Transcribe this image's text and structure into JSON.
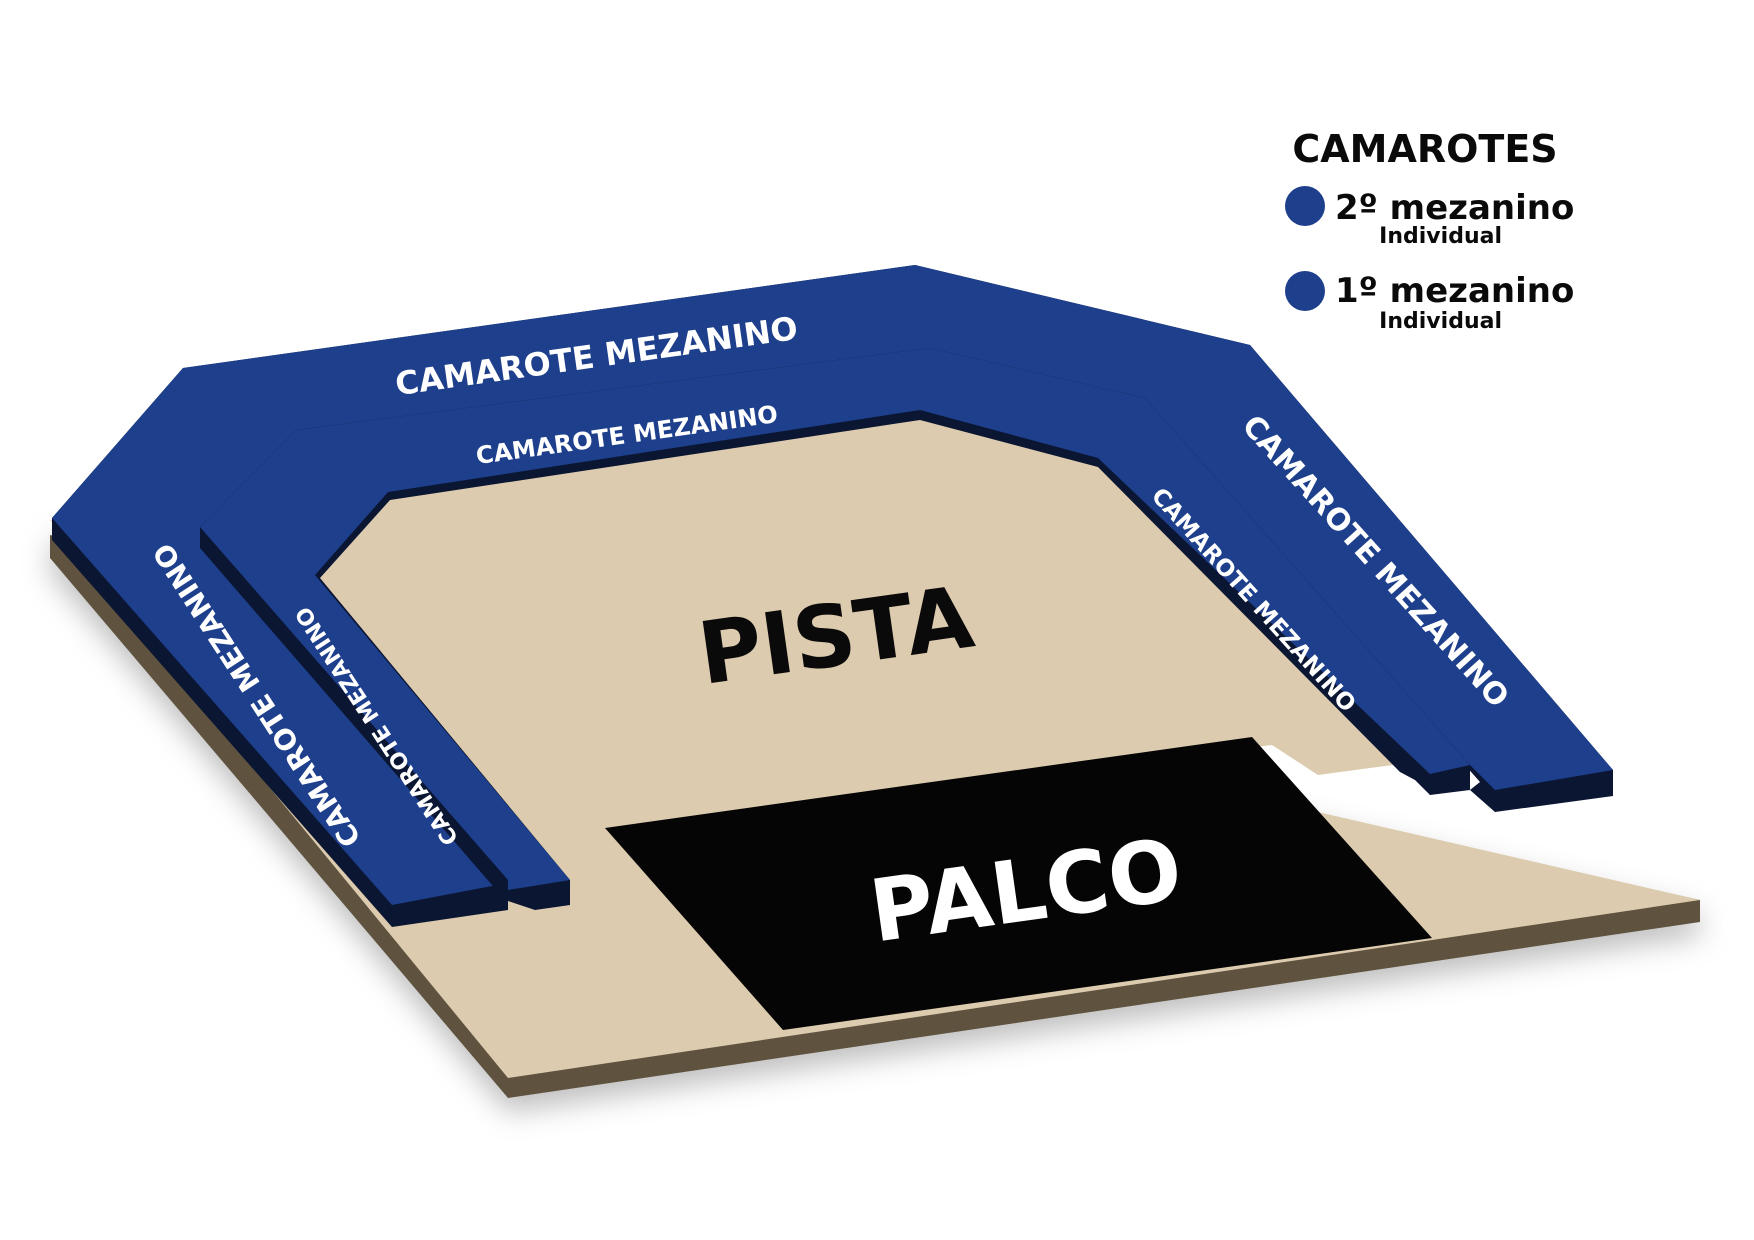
{
  "colors": {
    "floor": "#DCCBAE",
    "floor_edge": "#5E5340",
    "camarote": "#1E3F8C",
    "camarote_edge": "#0B1633",
    "stage": "#050505",
    "text_dark": "#0A0A0A",
    "text_light": "#FFFFFF"
  },
  "legend": {
    "title": "CAMAROTES",
    "items": [
      {
        "label": "2º mezanino",
        "sub": "Individual",
        "color": "#1E3F8C"
      },
      {
        "label": "1º mezanino",
        "sub": "Individual",
        "color": "#1E3F8C"
      }
    ]
  },
  "map": {
    "pista_label": "PISTA",
    "palco_label": "PALCO",
    "sections": {
      "outer_top": "CAMAROTE MEZANINO",
      "inner_top": "CAMAROTE MEZANINO",
      "outer_right": "CAMAROTE MEZANINO",
      "inner_right": "CAMAROTE MEZANINO",
      "outer_left": "CAMAROTE MEZANINO",
      "inner_left": "CAMAROTE MEZANINO"
    }
  }
}
